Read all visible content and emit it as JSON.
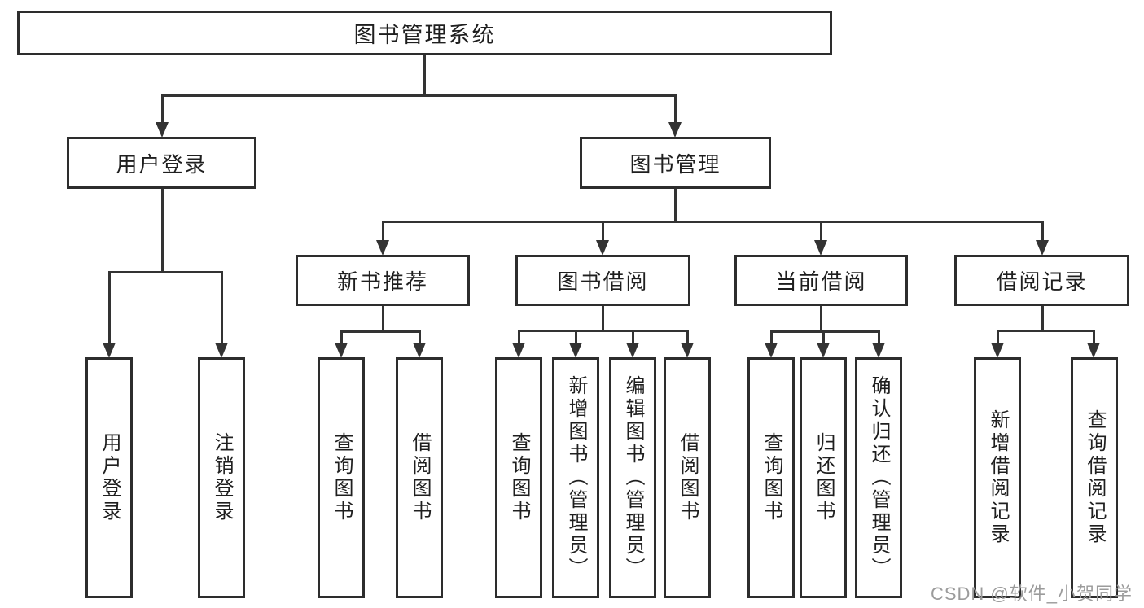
{
  "colors": {
    "background": "#ffffff",
    "line": "#333333",
    "box_border": "#2d2d2d",
    "text": "#1f1f1f",
    "watermark": "#9b9b9b"
  },
  "watermark": {
    "text": "CSDN @软件_小贺同学"
  },
  "tree": {
    "root": {
      "label": "图书管理系统",
      "children": [
        {
          "label": "用户登录",
          "children": [
            {
              "label": "用户登录"
            },
            {
              "label": "注销登录"
            }
          ]
        },
        {
          "label": "图书管理",
          "children": [
            {
              "label": "新书推荐",
              "children": [
                {
                  "label": "查询图书"
                },
                {
                  "label": "借阅图书"
                }
              ]
            },
            {
              "label": "图书借阅",
              "children": [
                {
                  "label": "查询图书"
                },
                {
                  "label": "新增图书（管理员）"
                },
                {
                  "label": "编辑图书（管理员）"
                },
                {
                  "label": "借阅图书"
                }
              ]
            },
            {
              "label": "当前借阅",
              "children": [
                {
                  "label": "查询图书"
                },
                {
                  "label": "归还图书"
                },
                {
                  "label": "确认归还（管理员）"
                }
              ]
            },
            {
              "label": "借阅记录",
              "children": [
                {
                  "label": "新增借阅记录"
                },
                {
                  "label": "查询借阅记录"
                }
              ]
            }
          ]
        }
      ]
    }
  }
}
